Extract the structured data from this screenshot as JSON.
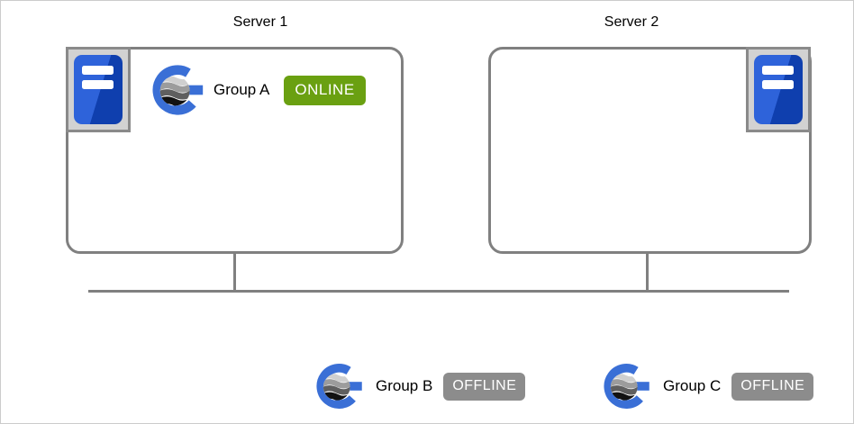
{
  "servers": [
    {
      "label": "Server 1",
      "icon": "server-tower-icon",
      "groups": [
        {
          "name": "Group A",
          "status": "ONLINE",
          "icon": "availability-group-icon"
        }
      ]
    },
    {
      "label": "Server 2",
      "icon": "server-tower-icon",
      "groups": []
    }
  ],
  "standalone_groups": [
    {
      "name": "Group B",
      "status": "OFFLINE",
      "icon": "availability-group-icon"
    },
    {
      "name": "Group C",
      "status": "OFFLINE",
      "icon": "availability-group-icon"
    }
  ],
  "network": {
    "type": "bus-line"
  },
  "colors": {
    "status_online": "#6aa011",
    "status_offline": "#8c8c8c",
    "line_gray": "#808080",
    "box_border": "#808080",
    "server_blue_light": "#2e63da",
    "server_blue_dark": "#0f3fae",
    "logo_blue": "#3a6fd6",
    "icon_frame_fill": "#d2d2d2",
    "icon_frame_border": "#8a8a8a",
    "canvas_border": "#cccccc"
  }
}
